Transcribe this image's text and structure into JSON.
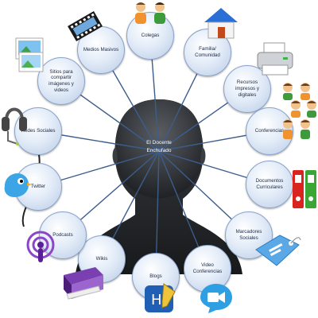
{
  "center": {
    "label": "El Docente Enchufado"
  },
  "nodes": [
    {
      "id": "colegas",
      "label": "Colegas"
    },
    {
      "id": "familia",
      "label": "Familia/ Comunidad"
    },
    {
      "id": "recursos",
      "label": "Recursos impresos y digitales"
    },
    {
      "id": "conferencias",
      "label": "Conferencias"
    },
    {
      "id": "documentos",
      "label": "Documentos Curriculares"
    },
    {
      "id": "marcadores",
      "label": "Marcadores Sociales"
    },
    {
      "id": "video",
      "label": "Video Conferencias"
    },
    {
      "id": "blogs",
      "label": "Blogs"
    },
    {
      "id": "wikis",
      "label": "Wikis"
    },
    {
      "id": "podcasts",
      "label": "Podcasts"
    },
    {
      "id": "twitter",
      "label": "Twitter"
    },
    {
      "id": "redes",
      "label": "Redes Sociales"
    },
    {
      "id": "sitios",
      "label": "Sitios para compartir imágenes y videos"
    },
    {
      "id": "medios",
      "label": "Medios Masivos"
    }
  ],
  "icons": [
    "people-icon",
    "house-icon",
    "printer-icon",
    "audience-icon",
    "binders-icon",
    "tag-icon",
    "video-chat-icon",
    "pencil-icon",
    "books-icon",
    "podcast-icon",
    "twitter-bird-icon",
    "headset-icon",
    "photo-icon",
    "film-icon"
  ],
  "colors": {
    "node_border": "#8aa2c8",
    "silhouette": "#2f3236",
    "line": "#3c5d8c"
  }
}
